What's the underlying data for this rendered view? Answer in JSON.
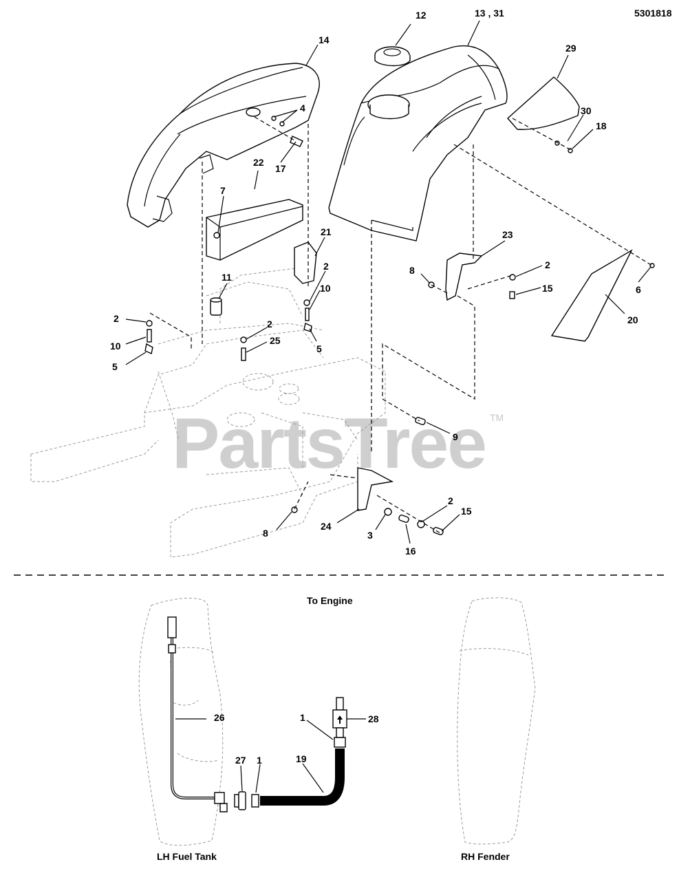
{
  "document_id": "5301818",
  "watermark": {
    "text": "PartsTree",
    "trademark": "TM"
  },
  "callouts": {
    "c12": "12",
    "c13_31": "13 , 31",
    "c14": "14",
    "c29": "29",
    "c30": "30",
    "c18": "18",
    "c4": "4",
    "c17": "17",
    "c22": "22",
    "c7": "7",
    "c21": "21",
    "c23": "23",
    "c2_a": "2",
    "c2_b": "2",
    "c2_c": "2",
    "c2_d": "2",
    "c2_e": "2",
    "c10_a": "10",
    "c10_b": "10",
    "c5_a": "5",
    "c5_b": "5",
    "c11": "11",
    "c25": "25",
    "c8_a": "8",
    "c8_b": "8",
    "c15_a": "15",
    "c15_b": "15",
    "c6": "6",
    "c20": "20",
    "c9": "9",
    "c24": "24",
    "c3": "3",
    "c16": "16",
    "c1_a": "1",
    "c1_b": "1",
    "c26": "26",
    "c27": "27",
    "c28": "28",
    "c19": "19"
  },
  "labels": {
    "to_engine": "To Engine",
    "lh_fuel_tank": "LH Fuel Tank",
    "rh_fender": "RH Fender"
  }
}
